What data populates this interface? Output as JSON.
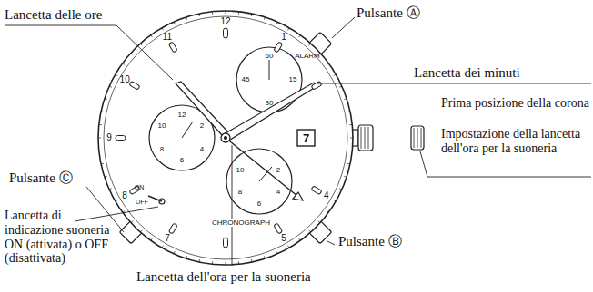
{
  "diagram": {
    "labels": [
      "Lancetta delle ore",
      "Pulsante Ⓐ",
      "Lancetta dei minuti",
      "Prima posizione della corona",
      "Impostazione della lancetta dell'ora per la suoneria",
      "Pulsante Ⓒ",
      "Lancetta di indicazione suoneria ON (attivata) o OFF (disattivata)",
      "Pulsante Ⓑ",
      "Lancetta dell'ora per la suoneria",
      "ALARM",
      "CHRONOGRAPH",
      "11",
      "12",
      "1",
      "4",
      "5",
      "7",
      "8",
      "9",
      "10",
      "60",
      "15",
      "45",
      "30",
      "12",
      "2",
      "10",
      "8",
      "6",
      "4",
      "10",
      "2",
      "8",
      "4",
      "6",
      "7",
      "ON",
      "OFF"
    ]
  }
}
